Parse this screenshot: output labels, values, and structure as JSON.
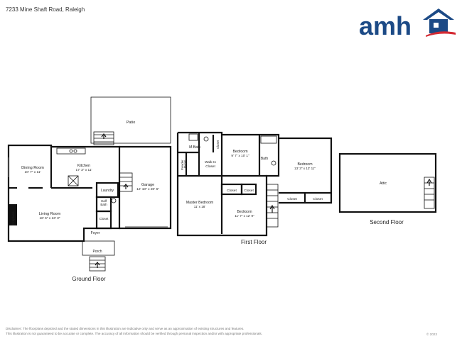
{
  "header": {
    "address": "7233 Mine Shaft Road, Raleigh",
    "logo_text": "amh"
  },
  "colors": {
    "brand_blue": "#1c4a86",
    "brand_red": "#d42a33",
    "wall": "#111111"
  },
  "floors": {
    "ground": "Ground Floor",
    "first": "First Floor",
    "second": "Second Floor"
  },
  "rooms": {
    "patio": "Patio",
    "dining_name": "Dining Room",
    "dining_dim": "10' 7\" x 11'",
    "kitchen_name": "Kitchen",
    "kitchen_dim": "17' 3\" x 11'",
    "garage_name": "Garage",
    "garage_dim": "12' 10\" x 20' 6\"",
    "laundry": "Laundry",
    "half_bath_1": "Half",
    "half_bath_2": "Bath",
    "closet_ground": "Closet",
    "living_name": "Living Room",
    "living_dim": "16' 6\" x 13' 3\"",
    "fireplace": "Fireplace",
    "foyer": "Foyer",
    "porch": "Porch",
    "mbath": "M.Bath",
    "powder_1": "Powder",
    "powder_2": "Room",
    "walkin_1": "Walk-In",
    "walkin_2": "Closet",
    "closet_mb": "Closet",
    "bedroom_a_name": "Bedroom",
    "bedroom_a_dim": "9' 7\" x 10' 1\"",
    "bath": "Bath",
    "bedroom_b_name": "Bedroom",
    "bedroom_b_dim": "13' 3\" x 13' 11\"",
    "master_name": "Master Bedroom",
    "master_dim": "11' x 18'",
    "closet_c1": "Closet",
    "closet_c2": "Closet",
    "bedroom_c_name": "Bedroom",
    "bedroom_c_dim": "11' 7\" x 12' 9\"",
    "closet_d1": "Closet",
    "closet_d2": "Closet",
    "attic": "Attic"
  },
  "footer": {
    "disclaimer_1": "Disclaimer: The floorplans depicted and the stated dimensions in this illustration are indicative only and serve as an approximation of existing structures and features.",
    "disclaimer_2": "This illustration is not guaranteed to be accurate or complete. The accuracy of all information should be verified through personal inspection and/or with appropriate professionals.",
    "copyright": "© 2023"
  }
}
